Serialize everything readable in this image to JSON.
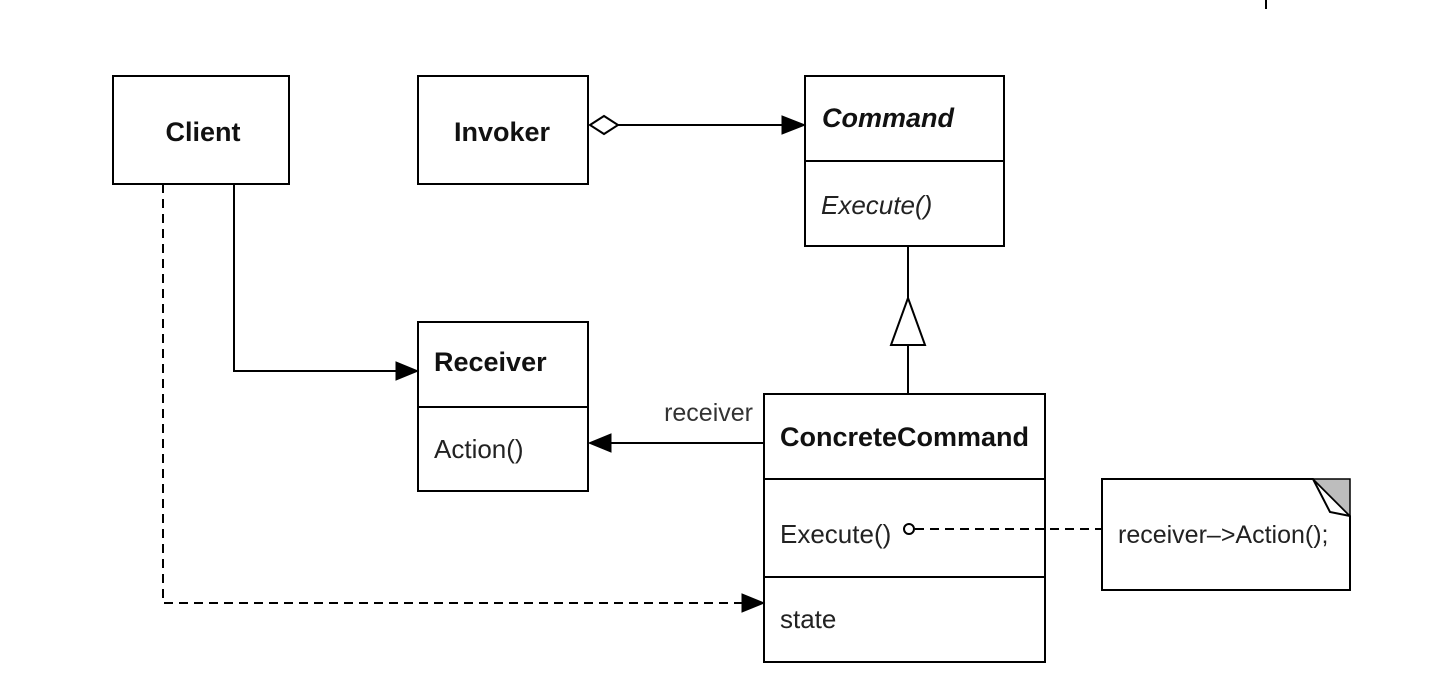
{
  "diagram": {
    "classes": {
      "client": {
        "name": "Client"
      },
      "invoker": {
        "name": "Invoker"
      },
      "command": {
        "name": "Command",
        "operation": "Execute()"
      },
      "receiver": {
        "name": "Receiver",
        "operation": "Action()"
      },
      "concrete_command": {
        "name": "ConcreteCommand",
        "operation": "Execute()",
        "attribute": "state"
      }
    },
    "roles": {
      "receiver": "receiver"
    },
    "note": {
      "text": "receiver–>Action();"
    },
    "colors": {
      "stroke": "#000000",
      "background": "#ffffff",
      "note_fold": "#bdbdbd"
    }
  }
}
